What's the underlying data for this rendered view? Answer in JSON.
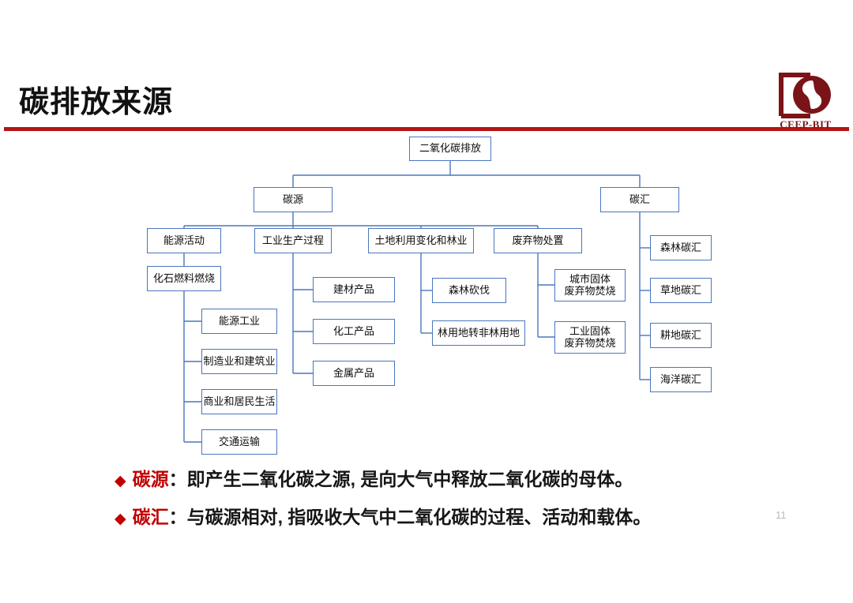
{
  "slide": {
    "title": "碳排放来源",
    "page_number": "11",
    "accent_color": "#B41414",
    "node_border_color": "#4A76BE",
    "bullet_term_color": "#C00000"
  },
  "logo": {
    "name": "CEEP-BIT",
    "text": "CEEP-BIT",
    "color": "#7A1418"
  },
  "diagram": {
    "root": "二氧化碳排放",
    "branches": {
      "carbon_source": "碳源",
      "carbon_sink": "碳汇"
    },
    "source_children": [
      "能源活动",
      "工业生产过程",
      "土地利用变化和林业",
      "废弃物处置"
    ],
    "energy": {
      "parent": "化石燃料燃烧",
      "items": [
        "能源工业",
        "制造业和建筑业",
        "商业和居民生活",
        "交通运输"
      ]
    },
    "industry_items": [
      "建材产品",
      "化工产品",
      "金属产品"
    ],
    "landuse_items": [
      "森林砍伐",
      "林用地转非林用地"
    ],
    "waste_items": [
      "城市固体\n废弃物焚烧",
      "工业固体\n废弃物焚烧"
    ],
    "sink_items": [
      "森林碳汇",
      "草地碳汇",
      "耕地碳汇",
      "海洋碳汇"
    ]
  },
  "bullets": [
    {
      "marker": "◆",
      "term": "碳源",
      "text": "：即产生二氧化碳之源, 是向大气中释放二氧化碳的母体。"
    },
    {
      "marker": "◆",
      "term": "碳汇",
      "text": "：与碳源相对, 指吸收大气中二氧化碳的过程、活动和载体。"
    }
  ]
}
